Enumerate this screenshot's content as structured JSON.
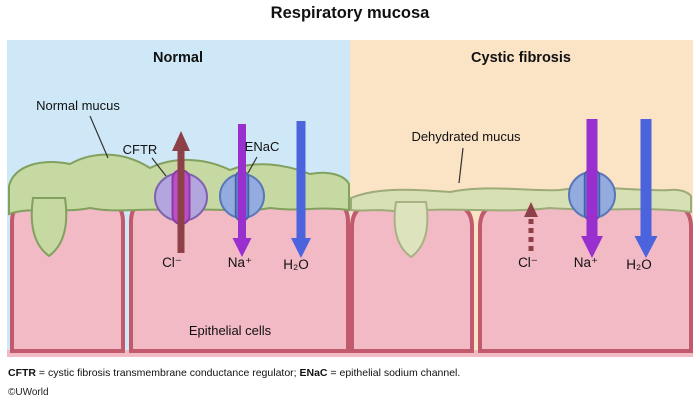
{
  "title": "Respiratory mucosa",
  "panels": {
    "normal": {
      "heading": "Normal",
      "mucus_label": "Normal mucus",
      "cftr_label": "CFTR",
      "enac_label": "ENaC",
      "ions": {
        "cl": "Cl⁻",
        "na": "Na⁺",
        "h2o": "H₂O"
      }
    },
    "cf": {
      "heading": "Cystic fibrosis",
      "mucus_label": "Dehydrated mucus",
      "ions": {
        "cl": "Cl⁻",
        "na": "Na⁺",
        "h2o": "H₂O"
      }
    }
  },
  "epithelial_label": "Epithelial cells",
  "legend": {
    "cftr_term": "CFTR",
    "cftr_def": " = cystic fibrosis transmembrane conductance regulator;  ",
    "enac_term": "ENaC",
    "enac_def": " = epithelial sodium channel."
  },
  "copyright": "©UWorld",
  "colors": {
    "panel_normal_bg": "#cfe8f7",
    "panel_cf_bg": "#fbe3c6",
    "mucus_green": "#c6d9a2",
    "mucus_green_border": "#82a05e",
    "dehydrated_mucus": "#d6e0b4",
    "cell_fill": "#f2bac5",
    "cell_border": "#c25a6e",
    "cftr_sphere": "#b3a6de",
    "cftr_capsule": "#bb4fc8",
    "enac_sphere": "#94abdf",
    "enac_capsule": "#5f7ecb",
    "cl_arrow": "#8e4048",
    "na_arrow": "#9a2fd0",
    "h2o_arrow": "#4b63dd"
  }
}
